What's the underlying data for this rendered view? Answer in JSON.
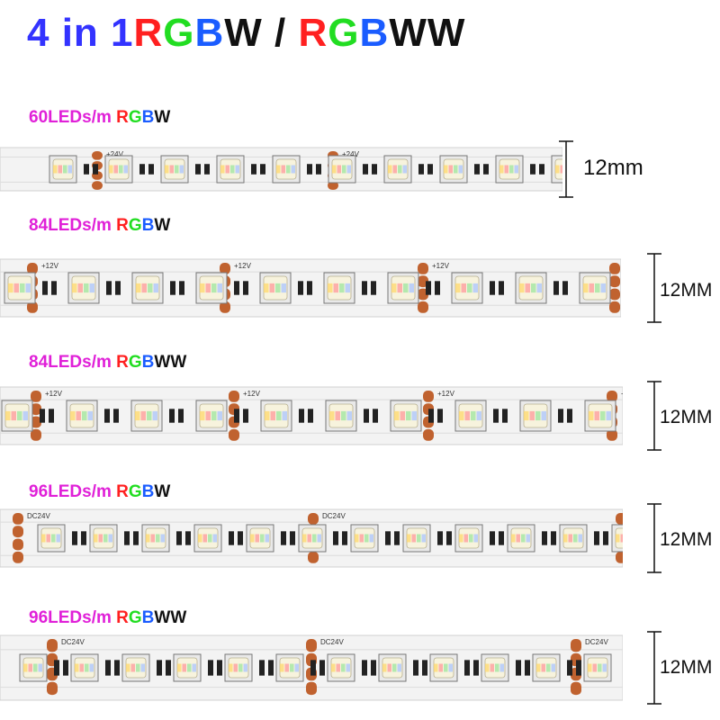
{
  "headline": {
    "parts": [
      {
        "text": "4 in 1 ",
        "color": "#3333ff"
      },
      {
        "text": "R",
        "color": "#ff2020"
      },
      {
        "text": "G",
        "color": "#22dd22"
      },
      {
        "text": "B",
        "color": "#1a5cff"
      },
      {
        "text": "W",
        "color": "#111111"
      },
      {
        "text": " / ",
        "color": "#111111"
      },
      {
        "text": "R",
        "color": "#ff2020"
      },
      {
        "text": "G",
        "color": "#22dd22"
      },
      {
        "text": "B",
        "color": "#1a5cff"
      },
      {
        "text": "WW",
        "color": "#111111"
      }
    ]
  },
  "colors": {
    "magenta": "#e020d8",
    "red": "#ff2020",
    "green": "#22dd22",
    "blue": "#1a5cff",
    "black": "#111111",
    "strip": "#f3f3f3",
    "pad": "#c0622f"
  },
  "strips": [
    {
      "density": "60LEDs/m ",
      "type": [
        "R",
        "G",
        "B",
        "W"
      ],
      "width": "12mm",
      "voltage": "+24V"
    },
    {
      "density": "84LEDs/m ",
      "type": [
        "R",
        "G",
        "B",
        "W"
      ],
      "width": "12MM",
      "voltage": "+12V"
    },
    {
      "density": "84LEDs/m ",
      "type": [
        "R",
        "G",
        "B",
        "WW"
      ],
      "width": "12MM",
      "voltage": "+12V"
    },
    {
      "density": "96LEDs/m ",
      "type": [
        "R",
        "G",
        "B",
        "W"
      ],
      "width": "12MM",
      "voltage": "DC24V"
    },
    {
      "density": "96LEDs/m ",
      "type": [
        "R",
        "G",
        "B",
        "WW"
      ],
      "width": "12MM",
      "voltage": "DC24V"
    }
  ]
}
